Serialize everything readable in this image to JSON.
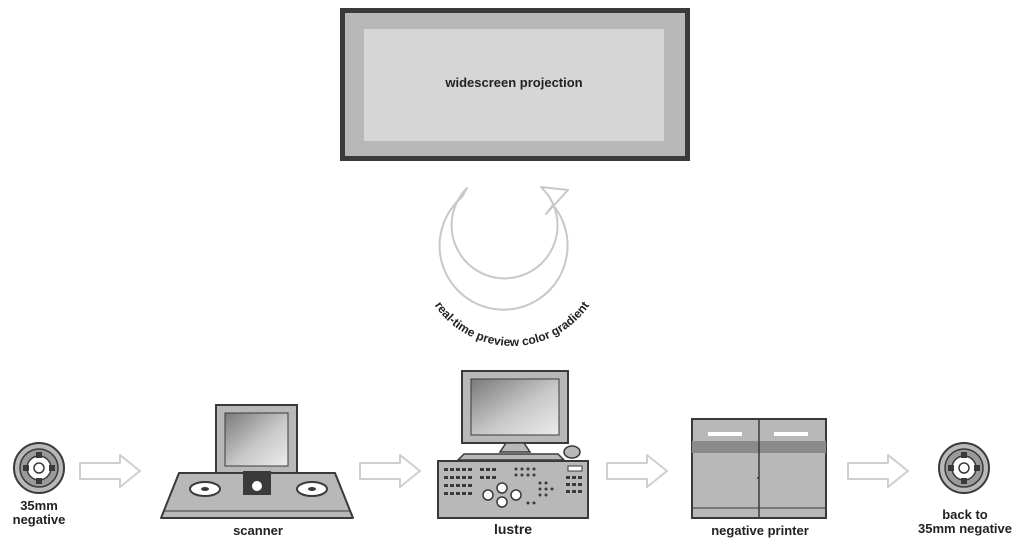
{
  "screen": {
    "label": "widescreen projection"
  },
  "cycle": {
    "label": "real-time preview color gradient"
  },
  "steps": {
    "negative": {
      "line1": "35mm",
      "line2": "negative"
    },
    "scanner": {
      "label": "scanner"
    },
    "lustre": {
      "label": "lustre"
    },
    "printer": {
      "label": "negative printer"
    },
    "back": {
      "line1": "back to",
      "line2": "35mm negative"
    }
  },
  "colors": {
    "frame": "#3a3a3a",
    "device": "#b8b8b8",
    "screen_fill": "#d6d6d6",
    "arrow": "#d9d9d9",
    "text": "#222222"
  }
}
